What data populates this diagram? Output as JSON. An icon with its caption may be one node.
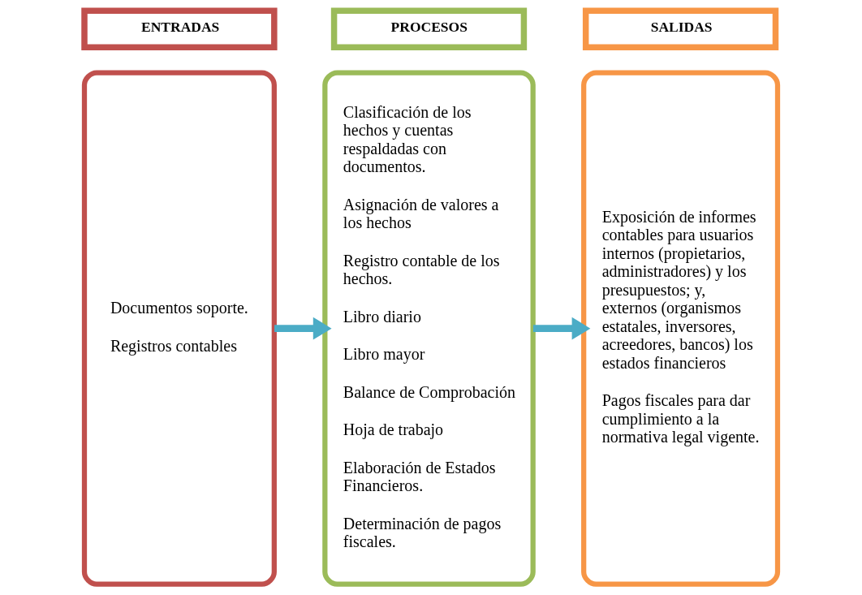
{
  "diagram": {
    "nodes": [
      {
        "text": [
          "ENTRADAS"
        ]
      },
      {
        "text": [
          "PROCESOS"
        ]
      },
      {
        "text": [
          "SALIDAS"
        ]
      },
      {
        "text": [
          "Documentos soporte.",
          "Registros contables"
        ]
      },
      {
        "text": [
          "Clasificación de los hechos y cuentas respaldadas con documentos.",
          "Asignación de valores a los hechos",
          "Registro contable de los hechos.",
          "Libro diario",
          "Libro mayor",
          "Balance de Comprobación",
          "Hoja de trabajo",
          "Elaboración de Estados Financieros.",
          "Determinación de pagos fiscales."
        ]
      },
      {
        "text": [
          "Exposición de informes contables para usuarios internos (propietarios, administradores) y los presupuestos; y, externos (organismos estatales, inversores, acreedores, bancos) los estados financieros",
          "Pagos fiscales para dar cumplimiento a la normativa legal vigente."
        ]
      }
    ],
    "edges": [
      {
        "from": 3,
        "to": 4,
        "arrow": "to"
      },
      {
        "from": 4,
        "to": 5,
        "arrow": "to"
      }
    ]
  }
}
